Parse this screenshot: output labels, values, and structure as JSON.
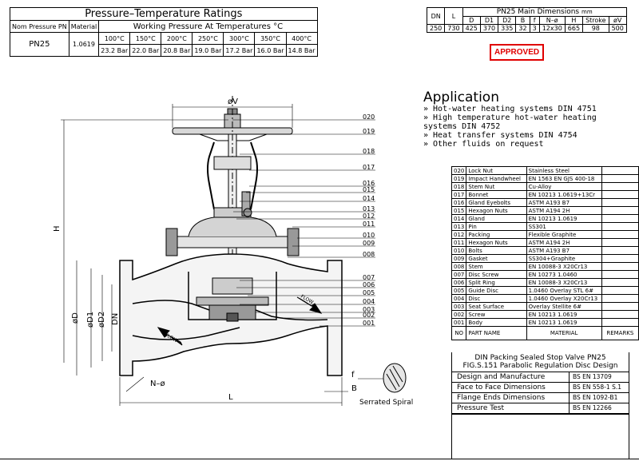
{
  "pt_table": {
    "title": "Pressure–Temperature Ratings",
    "col_nom": "Nom Pressure PN",
    "col_material": "Material",
    "col_working": "Working Pressure At Temperatures °C",
    "temps": [
      "100°C",
      "150°C",
      "200°C",
      "250°C",
      "300°C",
      "350°C",
      "400°C"
    ],
    "pn": "PN25",
    "material": "1.0619",
    "pressures": [
      "23.2 Bar",
      "22.0 Bar",
      "20.8 Bar",
      "19.0 Bar",
      "17.2 Bar",
      "16.0 Bar",
      "14.8 Bar"
    ]
  },
  "dim_table": {
    "title": "PN25 Main Dimensions",
    "unit": "mm",
    "headers_top": [
      "DN",
      "L"
    ],
    "headers": [
      "D",
      "D1",
      "D2",
      "B",
      "f",
      "N–ø",
      "H",
      "Stroke",
      "øV"
    ],
    "values": [
      "250",
      "730",
      "425",
      "370",
      "335",
      "32",
      "3",
      "12x30",
      "665",
      "98",
      "500"
    ]
  },
  "approved": "APPROVED",
  "application": {
    "title": "Application",
    "items": [
      "» Hot-water heating systems DIN 4751",
      "» High temperature hot-water heating systems DIN 4752",
      "» Heat transfer systems DIN 4754",
      "» Other fluids on request"
    ]
  },
  "parts": [
    {
      "no": "020",
      "name": "Lock Nut",
      "material": "Stainless Steel"
    },
    {
      "no": "019",
      "name": "Impact Handwheel",
      "material": "EN 1563 EN GJS 400-18"
    },
    {
      "no": "018",
      "name": "Stem Nut",
      "material": "Cu-Alloy"
    },
    {
      "no": "017",
      "name": "Bonnet",
      "material": "EN 10213 1.0619+13Cr"
    },
    {
      "no": "016",
      "name": "Gland Eyebolts",
      "material": "ASTM A193 B7"
    },
    {
      "no": "015",
      "name": "Hexagon Nuts",
      "material": "ASTM A194 2H"
    },
    {
      "no": "014",
      "name": "Gland",
      "material": "EN 10213 1.0619"
    },
    {
      "no": "013",
      "name": "Pin",
      "material": "SS301"
    },
    {
      "no": "012",
      "name": "Packing",
      "material": "Flexible Graphite"
    },
    {
      "no": "011",
      "name": "Hexagon Nuts",
      "material": "ASTM A194 2H"
    },
    {
      "no": "010",
      "name": "Bolts",
      "material": "ASTM A193 B7"
    },
    {
      "no": "009",
      "name": "Gasket",
      "material": "SS304+Graphite"
    },
    {
      "no": "008",
      "name": "Stem",
      "material": "EN 10088-3 X20Cr13"
    },
    {
      "no": "007",
      "name": "Disc Screw",
      "material": "EN 10273 1.0460"
    },
    {
      "no": "006",
      "name": "Split Ring",
      "material": "EN 10088-3 X20Cr13"
    },
    {
      "no": "005",
      "name": "Guide Disc",
      "material": "1.0460 Overlay STL 6#"
    },
    {
      "no": "004",
      "name": "Disc",
      "material": "1.0460 Overlay X20Cr13"
    },
    {
      "no": "003",
      "name": "Seat Surface",
      "material": "Overlay Stellite 6#"
    },
    {
      "no": "002",
      "name": "Screw",
      "material": "EN 10213 1.0619"
    },
    {
      "no": "001",
      "name": "Body",
      "material": "EN 10213 1.0619"
    }
  ],
  "parts_header": {
    "no": "NO",
    "name": "PART NAME",
    "material": "MATERIAL",
    "remarks": "REMARKS"
  },
  "spec": {
    "title1": "DIN Packing Sealed Stop Valve PN25",
    "title2": "FIG.S.151 Parabolic Regulation Disc Design",
    "rows": [
      {
        "label": "Design and Manufacture",
        "value": "BS EN 13709"
      },
      {
        "label": "Face to Face Dimensions",
        "value": "BS EN 558-1 S.1"
      },
      {
        "label": "Flange Ends Dimensions",
        "value": "BS EN 1092-B1"
      },
      {
        "label": "Pressure Test",
        "value": "BS EN 12266"
      }
    ]
  },
  "drawing": {
    "callouts": [
      "020",
      "019",
      "018",
      "017",
      "016",
      "015",
      "014",
      "013",
      "012",
      "011",
      "010",
      "009",
      "008",
      "007",
      "006",
      "005",
      "004",
      "003",
      "002",
      "001"
    ],
    "dim_labels": {
      "oV": "øV",
      "H": "H",
      "oD": "øD",
      "oD1": "øD1",
      "oD2": "øD2",
      "DN": "DN",
      "L": "L",
      "B": "B",
      "f": "f",
      "N": "N–ø"
    },
    "flow": "FLOW",
    "serrated": "Serrated Spiral"
  }
}
